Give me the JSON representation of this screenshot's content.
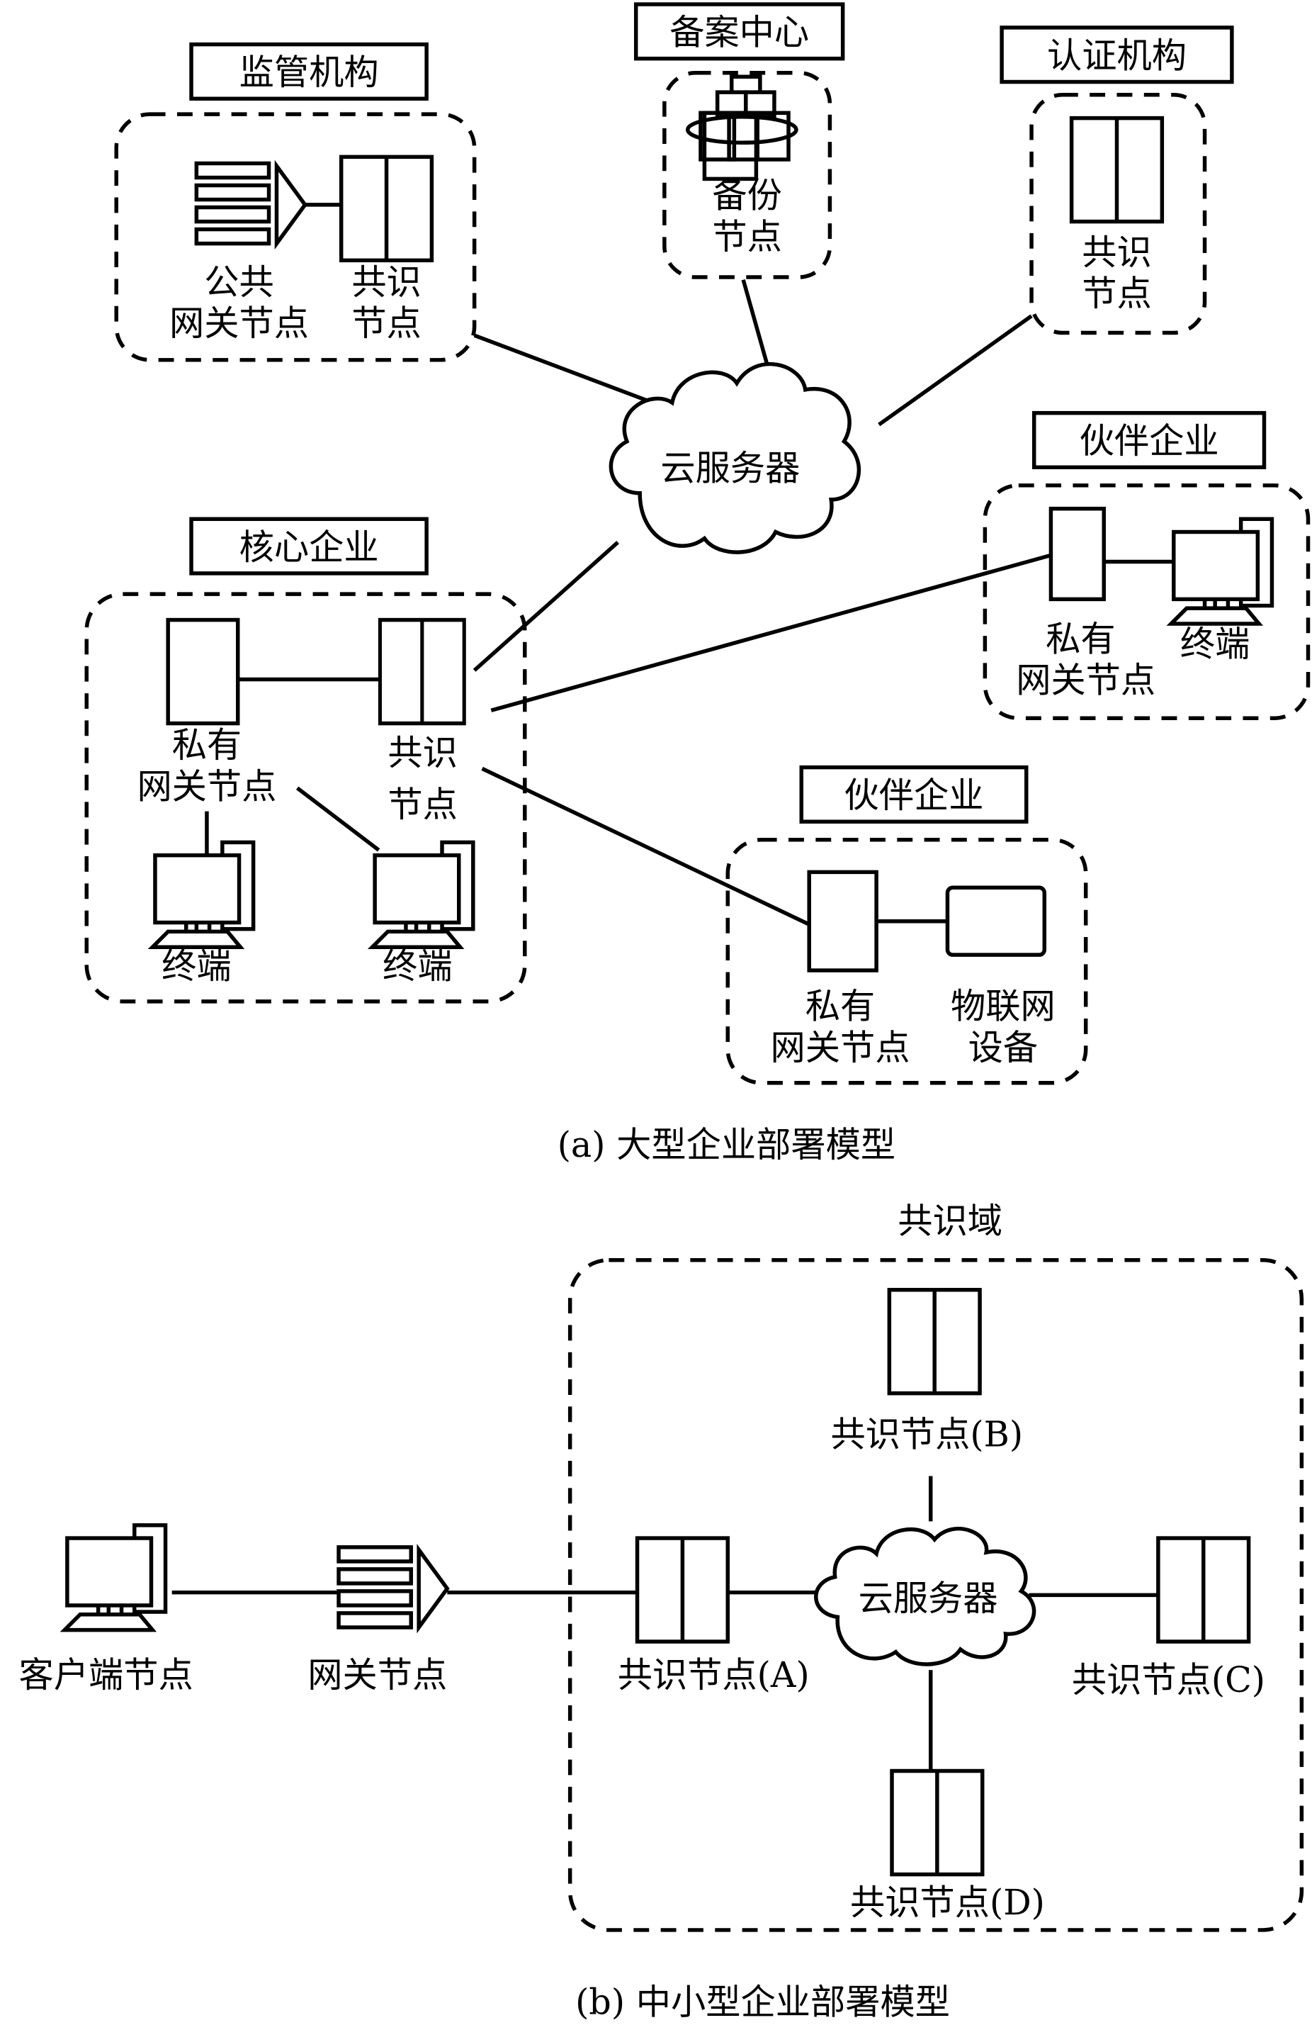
{
  "diagram_a": {
    "caption": "(a) 大型企业部署模型",
    "cloud": "云服务器",
    "regulator": {
      "title": "监管机构",
      "gateway_label": [
        "公共",
        "网关节点"
      ],
      "consensus_label": [
        "共识",
        "节点"
      ]
    },
    "filing_center": {
      "title": "备案中心",
      "backup_label": [
        "备份",
        "节点"
      ]
    },
    "cert_authority": {
      "title": "认证机构",
      "consensus_label": [
        "共识",
        "节点"
      ]
    },
    "core_enterprise": {
      "title": "核心企业",
      "gateway_label": [
        "私有",
        "网关节点"
      ],
      "consensus_label": [
        "共识",
        "节点"
      ],
      "terminal1": "终端",
      "terminal2": "终端"
    },
    "partner1": {
      "title": "伙伴企业",
      "gateway_label": [
        "私有",
        "网关节点"
      ],
      "terminal": "终端"
    },
    "partner2": {
      "title": "伙伴企业",
      "gateway_label": [
        "私有",
        "网关节点"
      ],
      "iot_label": [
        "物联网",
        "设备"
      ]
    }
  },
  "diagram_b": {
    "caption": "(b) 中小型企业部署模型",
    "domain_label": "共识域",
    "cloud": "云服务器",
    "client": "客户端节点",
    "gateway": "网关节点",
    "node_a": "共识节点(A)",
    "node_b": "共识节点(B)",
    "node_c": "共识节点(C)",
    "node_d": "共识节点(D)"
  }
}
